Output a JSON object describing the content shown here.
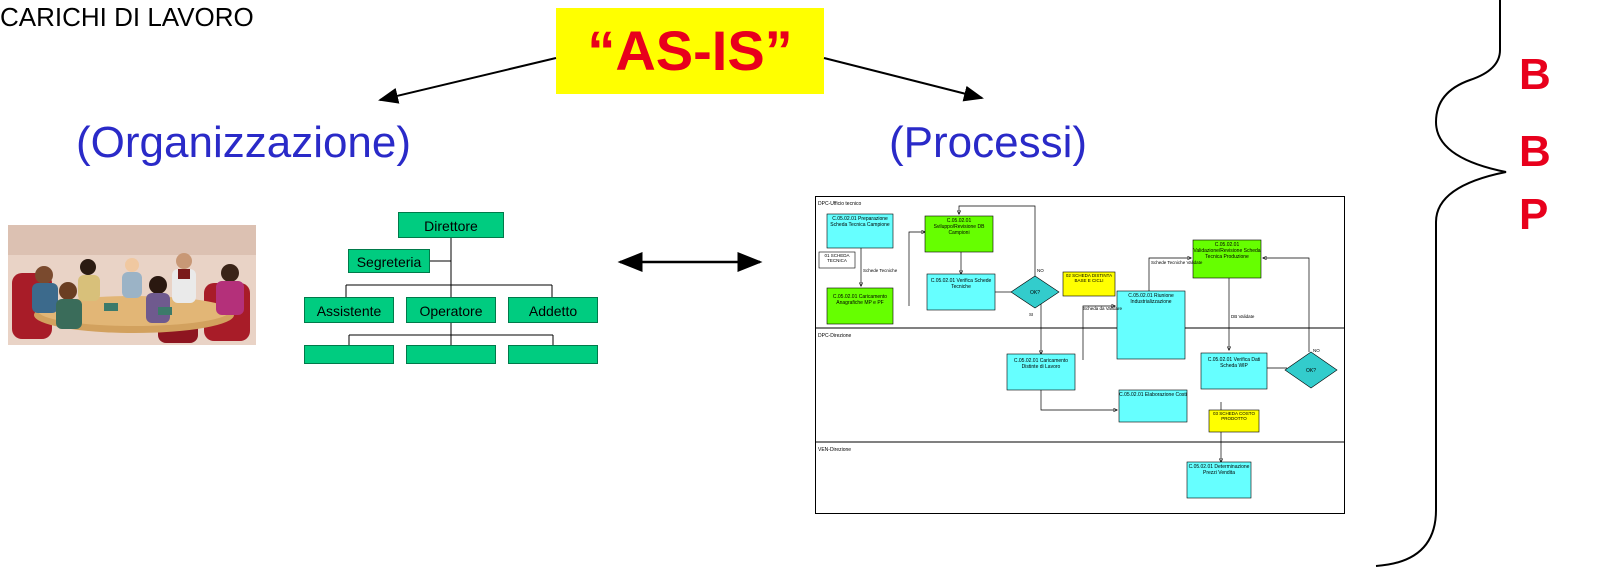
{
  "slide": {
    "top_left_text": "CARICHI DI LAVORO",
    "as_is_label": "“AS-IS”",
    "org_title": "(Organizzazione)",
    "proc_title": "(Processi)",
    "side_letters": [
      "B",
      "B",
      "P"
    ]
  },
  "org_chart": {
    "director": "Direttore",
    "secretary": "Segreteria",
    "level2": [
      "Assistente",
      "Operatore",
      "Addetto"
    ],
    "level3": [
      "",
      "",
      ""
    ]
  },
  "process_map": {
    "lanes": [
      "DPC-Ufficio tecnico",
      "DPC-Direzione",
      "VEN-Direzione"
    ],
    "activities": [
      "C.05.02.01 Preparazione Scheda Tecnica Campione",
      "C.05.02.01 Sviluppo/Revisione DB Campioni",
      "C.05.02.01 Caricamento Anagrafiche MP e PF",
      "C.05.02.01 Verifica Schede Tecniche",
      "C.05.02.01 Riunione Industrializzazione",
      "C.05.02.01 Validazione/Revisione Scheda Tecnica Produzione",
      "C.05.02.01 Caricamento Distinte di Lavoro",
      "C.05.02.01 Verifica Dati Scheda WIP",
      "C.05.02.01 Elaborazione Costi",
      "C.05.02.01 Determinazione Prezzi Vendita"
    ],
    "documents": [
      "01 SCHEDA TECNICA",
      "02 SCHEDA DISTINTA BASE E CICLI",
      "03 SCHEDA COSTO PRODOTTO"
    ],
    "decisions": [
      "OK?",
      "OK?"
    ],
    "flow_labels": [
      "Schede Tecniche",
      "Schede Tecniche Validate",
      "Scheda da Validare",
      "DB Validate",
      "NO",
      "SI",
      "NO"
    ]
  },
  "colors": {
    "accent_red": "#e8001c",
    "highlight_yellow": "#ffff00",
    "subtitle_blue": "#2a2ac8",
    "org_green": "#00cc80",
    "activity_cyan": "#66ffff",
    "activity_green": "#66ff00",
    "document_yellow": "#ffff00"
  },
  "icons": [
    "meeting-illustration",
    "double-headed-arrow-icon",
    "curly-brace-icon"
  ]
}
